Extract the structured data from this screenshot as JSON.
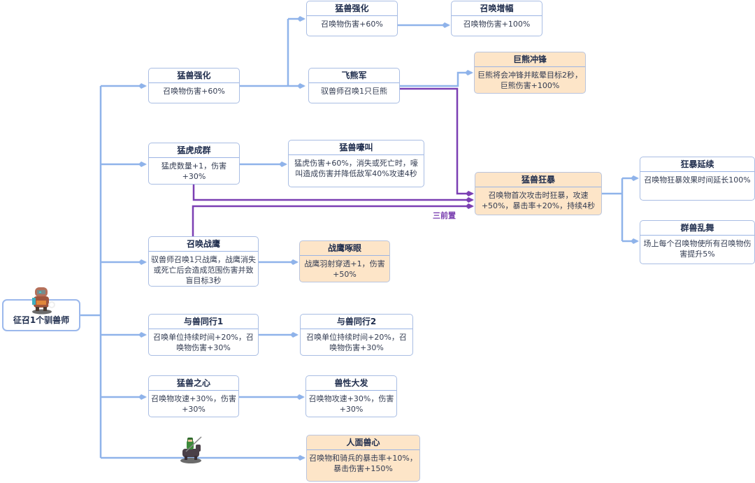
{
  "root": {
    "label": "征召1个驯兽师",
    "icon": "beast-tamer-sprite"
  },
  "nodes": {
    "n1": {
      "title": "猛兽强化",
      "desc": "召唤物伤害+60%",
      "highlight": false
    },
    "n1a": {
      "title": "猛兽强化",
      "desc": "召唤物伤害+60%",
      "highlight": false
    },
    "n1a1": {
      "title": "召唤增幅",
      "desc": "召唤物伤害+100%",
      "highlight": false
    },
    "n1b": {
      "title": "飞熊军",
      "desc": "驭兽师召唤1只巨熊",
      "highlight": false
    },
    "n1b1": {
      "title": "巨熊冲锋",
      "desc": "巨熊将会冲锋并眩晕目标2秒，巨熊伤害+100%",
      "highlight": true
    },
    "n2": {
      "title": "猛虎成群",
      "desc": "猛虎数量+1，伤害+30%",
      "highlight": false
    },
    "n2a": {
      "title": "猛兽嚎叫",
      "desc": "猛虎伤害+60%，消失或死亡时，嚎叫造成伤害并降低敌军40%攻速4秒",
      "highlight": false
    },
    "n3": {
      "title": "猛兽狂暴",
      "desc": "召唤物首次攻击时狂暴，攻速+50%，暴击率+20%，持续4秒",
      "highlight": true
    },
    "n3a": {
      "title": "狂暴延续",
      "desc": "召唤物狂暴效果时间延长100%",
      "highlight": false
    },
    "n3b": {
      "title": "群兽乱舞",
      "desc": "场上每个召唤物使所有召唤物伤害提升5%",
      "highlight": false
    },
    "n4": {
      "title": "召唤战鹰",
      "desc": "驭兽师召唤1只战鹰，战鹰消失或死亡后会造成范围伤害并致盲目标3秒",
      "highlight": false
    },
    "n4a": {
      "title": "战鹰啄眼",
      "desc": "战鹰羽射穿透+1，伤害+50%",
      "highlight": true
    },
    "n5": {
      "title": "与兽同行1",
      "desc": "召唤单位持续时间+20%，召唤物伤害+30%",
      "highlight": false
    },
    "n5a": {
      "title": "与兽同行2",
      "desc": "召唤单位持续时间+20%，召唤物伤害+30%",
      "highlight": false
    },
    "n6": {
      "title": "猛兽之心",
      "desc": "召唤物攻速+30%，伤害+30%",
      "highlight": false
    },
    "n6a": {
      "title": "兽性大发",
      "desc": "召唤物攻速+30%，伤害+30%",
      "highlight": false
    },
    "n7a": {
      "title": "人面兽心",
      "desc": "召唤物和骑兵的暴击率+10%，暴击伤害+150%",
      "highlight": true
    }
  },
  "cavalry": {
    "icon": "cavalry-sprite"
  },
  "prereq_note": "三前置",
  "colors": {
    "link": "#8fb3ea",
    "prereq": "#7b3fb3",
    "highlight_bg": "#fde5c8"
  }
}
